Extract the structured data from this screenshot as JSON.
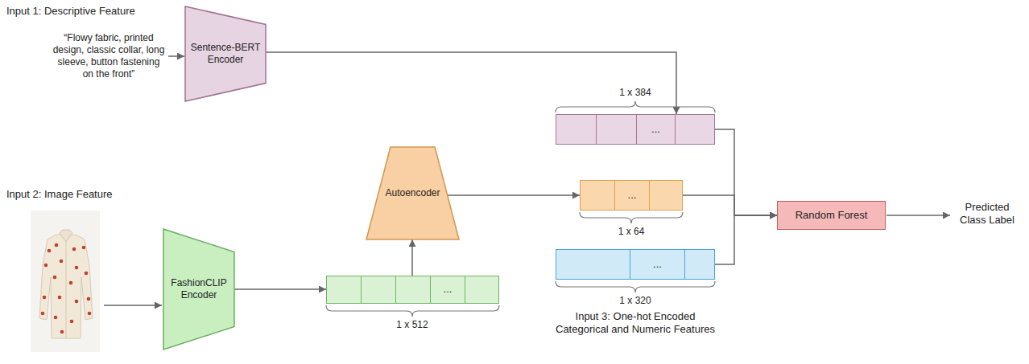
{
  "diagram": {
    "nodes": [
      {
        "text": [
          "Sentence-BERT Encoder"
        ]
      },
      {
        "text": [
          "FashionCLIP Encoder"
        ]
      },
      {
        "text": [
          "..."
        ]
      },
      {
        "text": [
          "Autoencoder"
        ]
      },
      {
        "text": [
          "..."
        ]
      },
      {
        "text": [
          "..."
        ]
      },
      {
        "text": [
          "..."
        ]
      },
      {
        "text": [
          "Random Forest"
        ]
      }
    ],
    "edges": [
      {
        "from": 1,
        "to": 2,
        "arrow": "to"
      },
      {
        "from": 2,
        "to": 3,
        "arrow": "to"
      },
      {
        "from": 3,
        "to": 5,
        "arrow": "to"
      },
      {
        "from": 0,
        "to": 4,
        "arrow": "to"
      },
      {
        "from": 4,
        "to": 7,
        "arrow": "to"
      },
      {
        "from": 5,
        "to": 7,
        "arrow": "to"
      },
      {
        "from": 6,
        "to": 7,
        "arrow": "to"
      }
    ],
    "labels": [
      "Input 1: Descriptive Feature",
      "“Flowy fabric, printed design, classic collar, long sleeve, button fastening on the front”",
      "Input 2: Image Feature",
      "1 x 512",
      "1 x 384",
      "1 x 64",
      "1 x 320",
      "Input 3: One-hot Encoded Categorical and Numeric Features",
      "Predicted Class Label"
    ]
  }
}
